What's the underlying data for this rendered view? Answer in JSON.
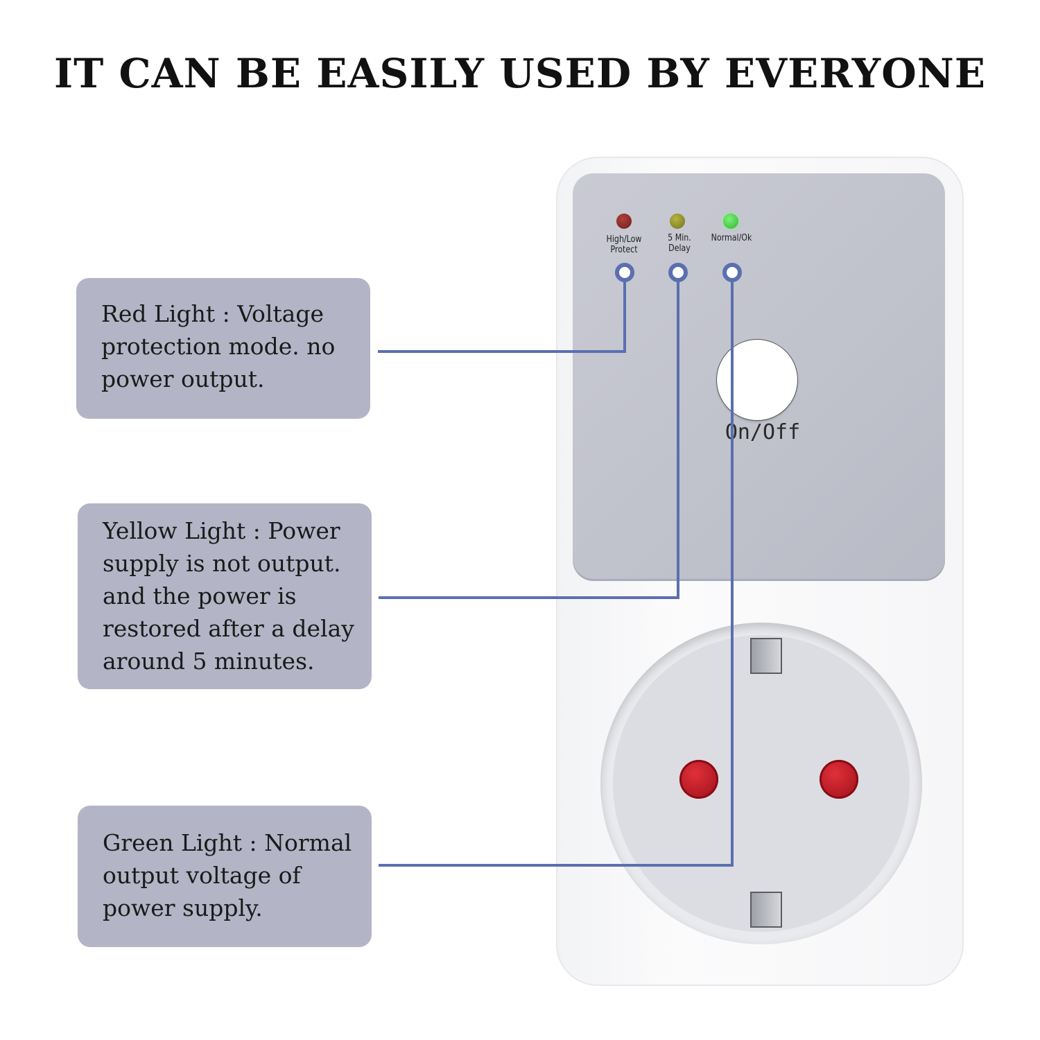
{
  "headline": "IT CAN BE EASILY USED BY EVERYONE",
  "device": {
    "leds": [
      {
        "color": "red",
        "label_line1": "High/Low",
        "label_line2": "Protect"
      },
      {
        "color": "yellow",
        "label_line1": "5 Min.",
        "label_line2": "Delay"
      },
      {
        "color": "green",
        "label_line1": "Normal/Ok",
        "label_line2": ""
      }
    ],
    "button_label": "On/Off"
  },
  "callouts": [
    {
      "line1": "Red Light : Voltage",
      "line2": "protection mode. no",
      "line3": "power output."
    },
    {
      "line1": "Yellow Light : Power",
      "line2": "supply is not output.",
      "line3": "and the power is",
      "line4": "restored after a delay",
      "line5": "around 5 minutes."
    },
    {
      "line1": "Green Light : Normal",
      "line2": "output voltage of",
      "line3": "power supply."
    }
  ],
  "colors": {
    "callout_bg": "#b3b5c6",
    "connector": "#5b6fb0",
    "led_red": "#8a2a27",
    "led_yellow": "#9a9830",
    "led_green": "#4fd84c",
    "socket_hole": "#c81e2a"
  }
}
